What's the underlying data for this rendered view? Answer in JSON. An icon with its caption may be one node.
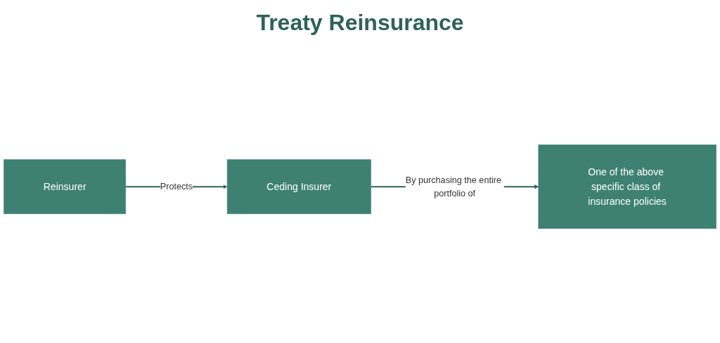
{
  "diagram": {
    "title": "Treaty Reinsurance",
    "nodes": [
      {
        "text": [
          "Reinsurer"
        ]
      },
      {
        "text": [
          "Ceding Insurer"
        ]
      },
      {
        "text": [
          "One of the above specific class of insurance policies"
        ]
      }
    ],
    "edges": [
      {
        "from": 0,
        "to": 1,
        "arrow": "to",
        "label": "Protects"
      },
      {
        "from": 1,
        "to": 2,
        "arrow": "to",
        "label": "By purchasing the entire portfolio of"
      }
    ]
  }
}
